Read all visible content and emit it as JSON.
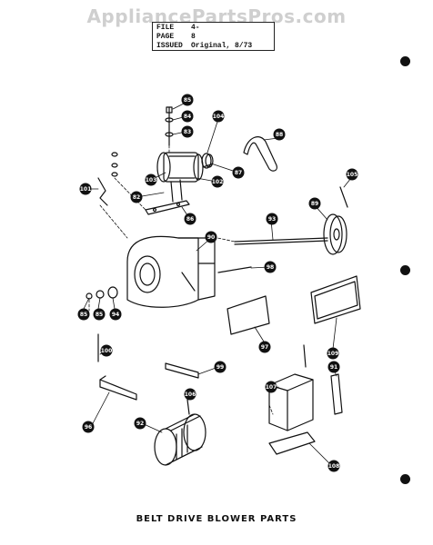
{
  "watermark": "AppliancePartsPros.com",
  "info_box": {
    "file_label": "FILE",
    "file_value": "4-",
    "page_label": "PAGE",
    "page_value": "8",
    "issued_label": "ISSUED",
    "issued_value": "Original, 8/73"
  },
  "caption": "BELT DRIVE BLOWER PARTS",
  "callouts": [
    "85",
    "84",
    "83",
    "104",
    "88",
    "87",
    "102",
    "103",
    "82",
    "101",
    "86",
    "105",
    "89",
    "93",
    "90",
    "98",
    "85",
    "85",
    "94",
    "97",
    "109",
    "100",
    "99",
    "91",
    "96",
    "106",
    "107",
    "92",
    "108"
  ]
}
